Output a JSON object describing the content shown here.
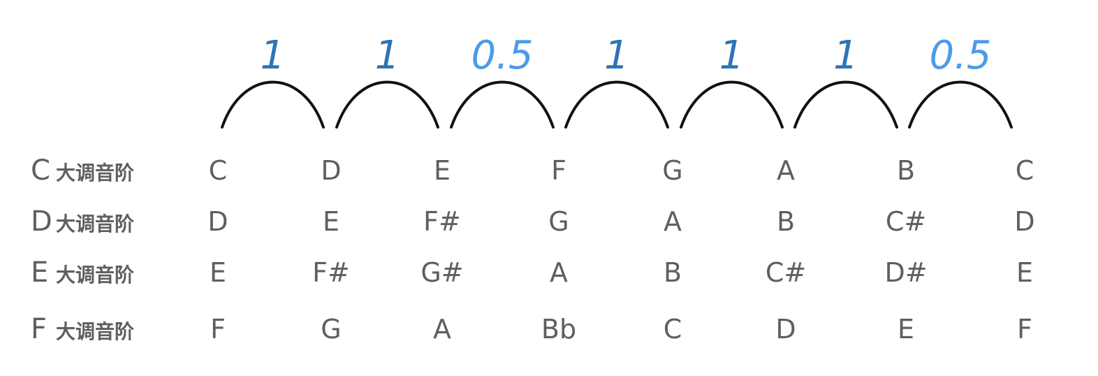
{
  "colors": {
    "whole_step": "#2e74b5",
    "half_step": "#4b9be8",
    "arc": "#111111",
    "text": "#5f5f5f"
  },
  "intervals": [
    {
      "label": "1",
      "kind": "whole"
    },
    {
      "label": "1",
      "kind": "whole"
    },
    {
      "label": "0.5",
      "kind": "half"
    },
    {
      "label": "1",
      "kind": "whole"
    },
    {
      "label": "1",
      "kind": "whole"
    },
    {
      "label": "1",
      "kind": "whole"
    },
    {
      "label": "0.5",
      "kind": "half"
    }
  ],
  "scales": [
    {
      "key": "C",
      "suffix": "大调音阶",
      "notes": [
        "C",
        "D",
        "E",
        "F",
        "G",
        "A",
        "B",
        "C"
      ]
    },
    {
      "key": "D",
      "suffix": "大调音阶",
      "notes": [
        "D",
        "E",
        "F#",
        "G",
        "A",
        "B",
        "C#",
        "D"
      ]
    },
    {
      "key": "E",
      "suffix": "大调音阶",
      "notes": [
        "E",
        "F#",
        "G#",
        "A",
        "B",
        "C#",
        "D#",
        "E"
      ]
    },
    {
      "key": "F",
      "suffix": "大调音阶",
      "notes": [
        "F",
        "G",
        "A",
        "Bb",
        "C",
        "D",
        "E",
        "F"
      ]
    }
  ]
}
